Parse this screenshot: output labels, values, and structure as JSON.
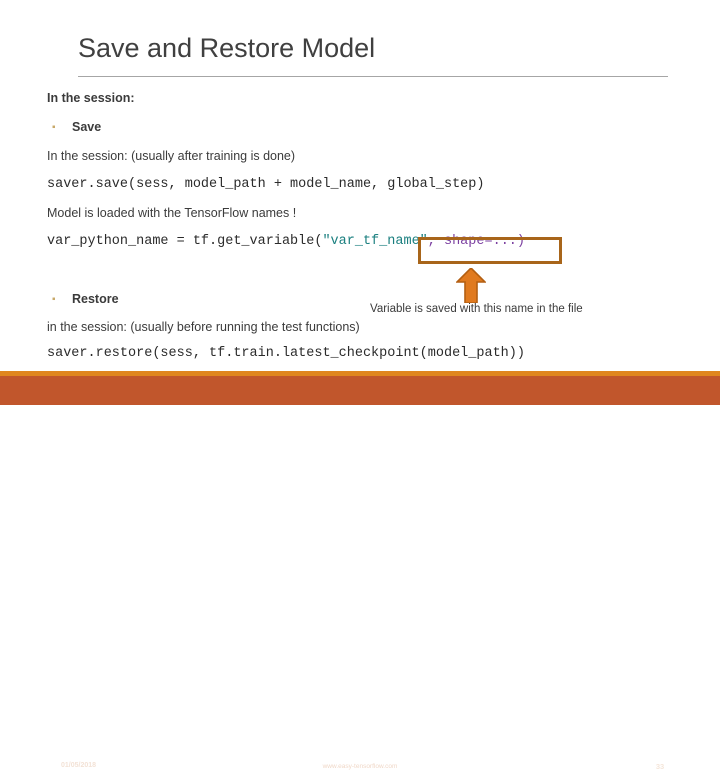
{
  "slide": {
    "title": "Save and Restore Model",
    "section_header": "In the session:",
    "bullets": [
      {
        "label": "Save"
      },
      {
        "label": "Restore"
      }
    ],
    "lines": {
      "save_context": "In the session: (usually after training is done)",
      "save_code": "saver.save(sess, model_path + model_name, global_step)",
      "note": "Model is loaded with the TensorFlow names !",
      "get_variable_prefix": "var_python_name = tf.get_variable(",
      "get_variable_string": "\"var_tf_name\"",
      "get_variable_suffix": ", shape=...)",
      "restore_context": "in the session: (usually before running the test functions)",
      "restore_code": "saver.restore(sess, tf.train.latest_checkpoint(model_path))"
    },
    "annotation": "Variable is saved with this name in the file",
    "bullet_glyph": "▪"
  },
  "footer": {
    "date": "01/05/2018",
    "url": "www.easy-tensorflow.com",
    "page_number": "33"
  },
  "colors": {
    "accent_orange": "#c1562c",
    "accent_stripe": "#e0861f",
    "highlight_border": "#a8651a",
    "arrow": "#e07a1f",
    "code_string": "#1a7f7f",
    "code_keyword": "#7b3fa0",
    "bullet": "#c8a96a"
  }
}
